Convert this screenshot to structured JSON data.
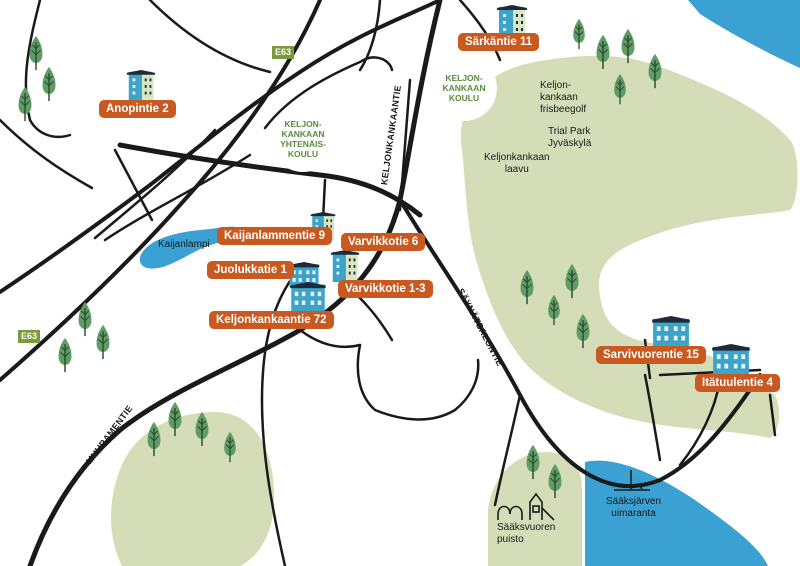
{
  "colors": {
    "water": "#3ba0d2",
    "green_area": "#d5ddb8",
    "road": "#1a1a1a",
    "tree": "#5e9e64",
    "trunk": "#2f4a33",
    "label_bg": "#c85a21",
    "building": "#3ca4c8",
    "building_roof": "#1e2a3a",
    "school_text": "#5a8a3c",
    "highway_badge": "#7a9a3c"
  },
  "addresses": [
    {
      "id": "sarkantie",
      "label": "Särkäntie 11"
    },
    {
      "id": "anopintie",
      "label": "Anopintie 2"
    },
    {
      "id": "kaijanlammentie",
      "label": "Kaijanlammentie 9"
    },
    {
      "id": "varvikkotie6",
      "label": "Varvikkotie 6"
    },
    {
      "id": "juolukkatie",
      "label": "Juolukkatie 1"
    },
    {
      "id": "varvikkotie13",
      "label": "Varvikkotie 1-3"
    },
    {
      "id": "keljonkankaantie",
      "label": "Keljonkankaantie 72"
    },
    {
      "id": "sarvivuorentie",
      "label": "Sarvivuorentie 15"
    },
    {
      "id": "itatuulentie",
      "label": "Itätuulentie 4"
    }
  ],
  "schools": [
    {
      "id": "yhtenaiskoulu",
      "lines": [
        "KELJON-",
        "KANKAAN",
        "YHTENÄIS-",
        "KOULU"
      ]
    },
    {
      "id": "koulu",
      "lines": [
        "KELJON-",
        "KANKAAN",
        "KOULU"
      ]
    }
  ],
  "places": [
    {
      "id": "frisbeegolf",
      "lines": [
        "Keljon-",
        "kankaan",
        "frisbeegolf"
      ]
    },
    {
      "id": "trialpark",
      "lines": [
        "Trial Park",
        "Jyväskylä"
      ]
    },
    {
      "id": "laavu",
      "lines": [
        "Keljonkankaan",
        "laavu"
      ]
    },
    {
      "id": "kaijanlampi",
      "lines": [
        "Kaijanlampi"
      ]
    },
    {
      "id": "saaksvuoren-puisto",
      "lines": [
        "Sääksvuoren",
        "puisto"
      ]
    },
    {
      "id": "uimaranta",
      "lines": [
        "Sääksjärven",
        "uimaranta"
      ]
    }
  ],
  "roads": {
    "keljonkankaantie": "KELJONKANKAANTIE",
    "saynatsalontie": "SÄYNÄTSALONTIE",
    "muuramentie": "MUURAMENTIE"
  },
  "highways": [
    {
      "id": "e63-top",
      "label": "E63"
    },
    {
      "id": "e63-left",
      "label": "E63"
    }
  ]
}
